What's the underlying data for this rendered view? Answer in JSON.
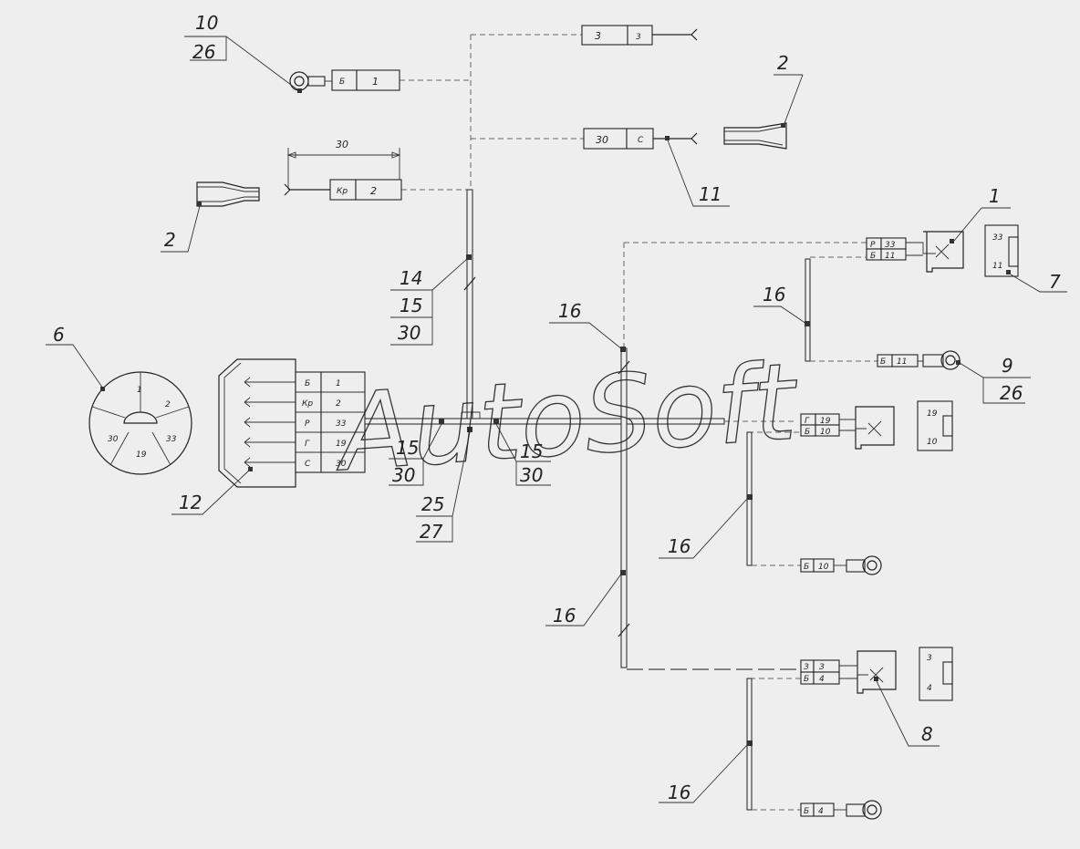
{
  "watermark": "AutoSoft",
  "dimension": {
    "value": "30"
  },
  "callouts": {
    "c10_top": "10",
    "c10_bot": "26",
    "c2_top": "2",
    "c2_left": "2",
    "c11": "11",
    "c14a": "14",
    "c14b": "15",
    "c14c": "30",
    "c6": "6",
    "c12": "12",
    "c15a_top": "15",
    "c15a_bot": "30",
    "c15b_top": "15",
    "c15b_bot": "30",
    "c25_top": "25",
    "c25_bot": "27",
    "c16_a": "16",
    "c16_b": "16",
    "c16_c": "16",
    "c16_d": "16",
    "c16_e": "16",
    "c1": "1",
    "c7": "7",
    "c9_top": "9",
    "c9_bot": "26",
    "c8": "8"
  },
  "pins": {
    "p_b1_a": "Б",
    "p_b1_b": "1",
    "p_33_a": "3",
    "p_33_b": "3",
    "p_30c_a": "30",
    "p_30c_b": "С",
    "p_kp2_a": "Кр",
    "p_kp2_b": "2"
  },
  "table12": [
    {
      "a": "Б",
      "b": "1"
    },
    {
      "a": "Кр",
      "b": "2"
    },
    {
      "a": "Р",
      "b": "33"
    },
    {
      "a": "Г",
      "b": "19"
    },
    {
      "a": "С",
      "b": "30"
    }
  ],
  "wheel": [
    "1",
    "2",
    "33",
    "19",
    "30"
  ],
  "conn1": {
    "r1a": "Р",
    "r1b": "33",
    "r2a": "Б",
    "r2b": "11",
    "side_top": "33",
    "side_bot": "11"
  },
  "ring9": {
    "a": "Б",
    "b": "11"
  },
  "conn_mid": {
    "r1a": "Г",
    "r1b": "19",
    "r2a": "Б",
    "r2b": "10",
    "side_top": "19",
    "side_bot": "10"
  },
  "ring_mid": {
    "a": "Б",
    "b": "10"
  },
  "conn8": {
    "r1a": "З",
    "r1b": "З",
    "r2a": "Б",
    "r2b": "4",
    "side_top": "3",
    "side_bot": "4"
  },
  "ring_bot": {
    "a": "Б",
    "b": "4"
  }
}
